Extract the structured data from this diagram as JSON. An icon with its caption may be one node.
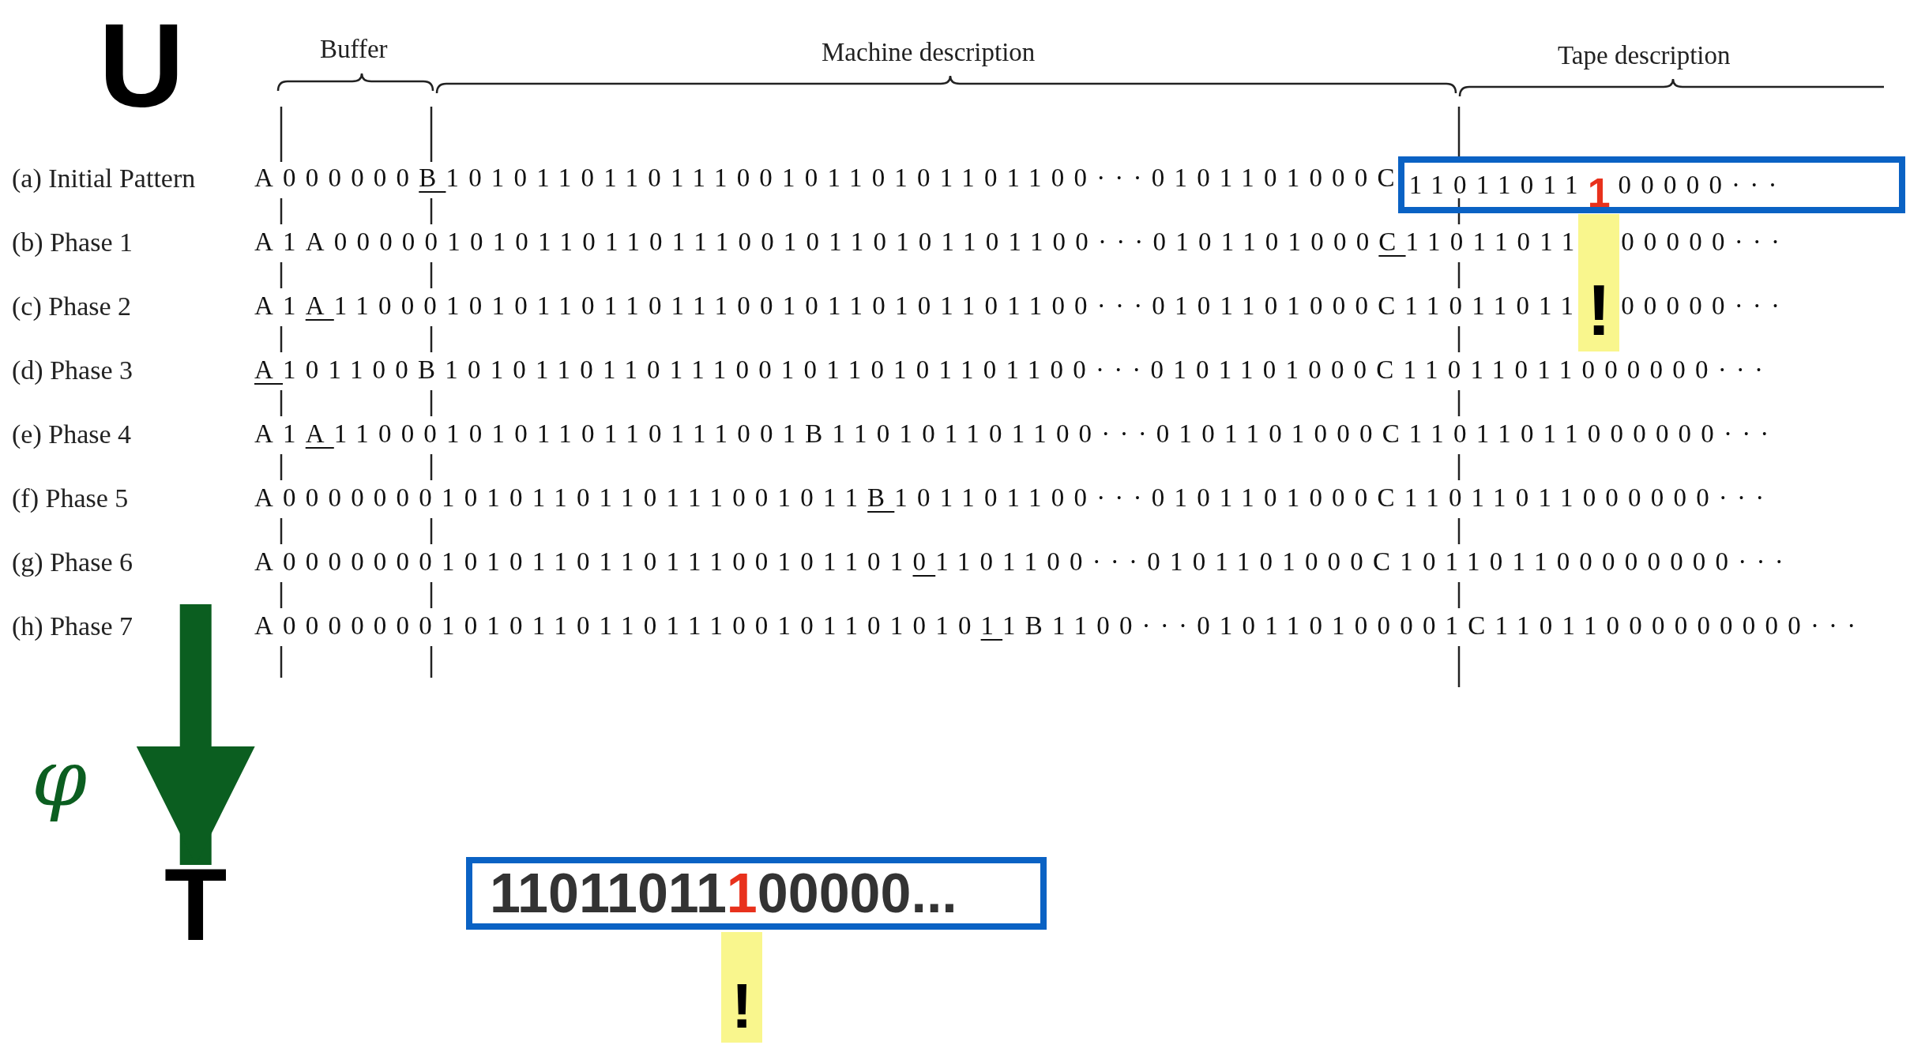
{
  "diagram": {
    "nodes": [
      {
        "text": [
          "11011011",
          "1",
          "00000···"
        ]
      },
      {
        "text": [
          "!"
        ]
      },
      {
        "text": [
          "T"
        ]
      },
      {
        "text": [
          "11011011",
          "1",
          "00000..."
        ]
      },
      {
        "text": [
          "!"
        ]
      }
    ],
    "edges": [
      {
        "from": null,
        "to": 2,
        "arrow": "to",
        "label": "φ"
      }
    ],
    "labels": [
      "U",
      "Buffer",
      "Machine description",
      "Tape description",
      "(a) Initial Pattern",
      "A000000B10101101101110010110101101100···0101101000C",
      "(b) Phase 1",
      "A1A0000010101101101110010110101101100···0101101000C11011011",
      "00000···",
      "(c) Phase 2",
      "A1A1100010101101101110010110101101100···0101101000C11011011",
      "00000···",
      "(d) Phase 3",
      "A101100B10101101101110010110101101100···0101101000C11011011000000···",
      "(e) Phase 4",
      "A1A110001010110110111001B110101101100···0101101000C11011011000000···",
      "(f) Phase 5",
      "A00000001010110110111001011B101101100···0101101000C11011011000000···",
      "(g) Phase 6",
      "A000000010101101101110010110101101100···0101101000C101101100000000···",
      "(h) Phase 7",
      "A000000010101101101110010110101011B1100···010110100001C11011000000000···"
    ]
  }
}
